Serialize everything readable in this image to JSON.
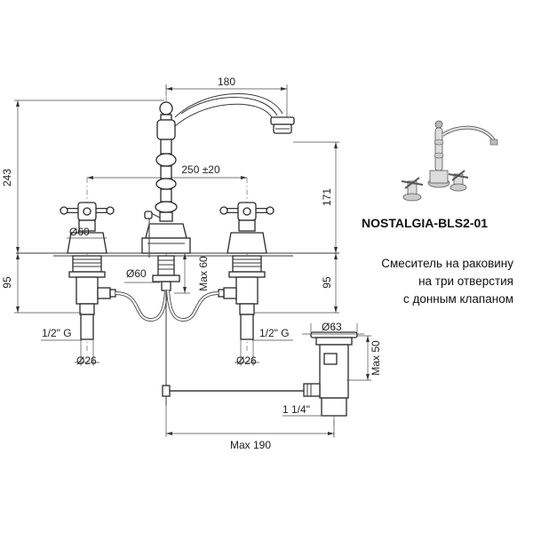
{
  "product": {
    "model": "NOSTALGIA-BLS2-01",
    "description_lines": [
      "Смеситель на раковину",
      "на три отверстия",
      "с донным клапаном"
    ]
  },
  "dimensions": {
    "spout_reach": "180",
    "overall_height": "243",
    "spout_height": "171",
    "center_distance": "250 ±20",
    "handle_diameter": "Ø60",
    "spout_base_diameter": "Ø60",
    "max_thickness": "Max 60",
    "left_underside": "95",
    "right_underside": "95",
    "left_thread": "1/2\" G",
    "right_thread": "1/2\" G",
    "left_body_diameter": "Ø26",
    "right_body_diameter": "Ø26",
    "waste_diameter": "Ø63",
    "waste_height": "Max 50",
    "waste_thread": "1 1/4\"",
    "rod_length": "Max 190"
  }
}
